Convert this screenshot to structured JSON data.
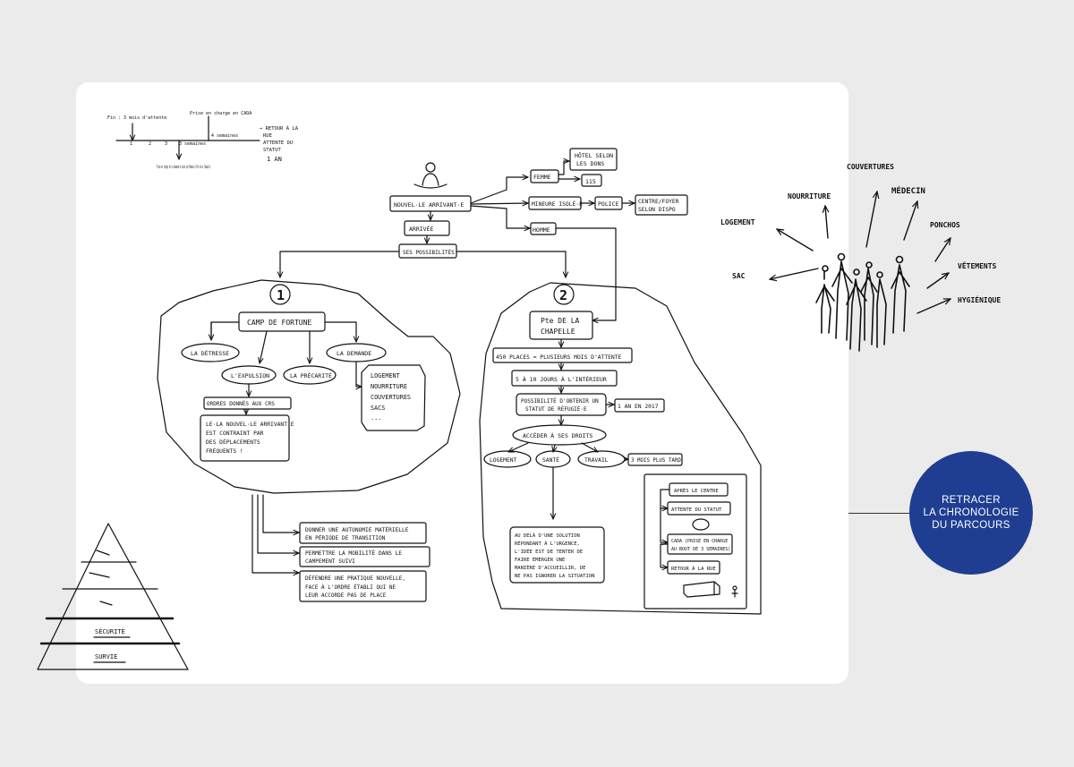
{
  "timeline": {
    "top_a": "Fin : 3 mois d'attente",
    "top_b": "Prise en charge en CADA",
    "days": [
      "1",
      "2",
      "3",
      "3 semaines"
    ],
    "bottom": "Prise en charge de la demande d'asile par Emmaüs à Pte de la Chapelle",
    "weeks": "4 semaines",
    "end_lines": [
      "→ RETOUR À LA",
      "RUE",
      "ATTENTE DU",
      "STATUT"
    ],
    "end_year": "1 AN"
  },
  "flow": {
    "newcomer": "NOUVEL·LE ARRIVANT·E",
    "femme": "FEMME",
    "hotel": [
      "HÔTEL SELON",
      "LES DONS"
    ],
    "num_115": "115",
    "mineur": "MINEURE ISOLÉ·E",
    "police": "POLICE",
    "centre": [
      "CENTRE/FOYER",
      "SELON DISPO"
    ],
    "homme": "HOMME",
    "arrivee": "ARRIVÉE",
    "possibilites": "SES POSSIBILITÉS"
  },
  "zone1": {
    "number": "1",
    "camp": "CAMP DE FORTUNE",
    "detresse": "LA DÉTRESSE",
    "expulsion": "L'EXPULSION",
    "precarite": "LA PRÉCARITÉ",
    "demande": "LA DEMANDE",
    "needs": [
      "LOGEMENT",
      "NOURRITURE",
      "COUVERTURES",
      "SACS",
      "..."
    ],
    "ordres": "ORDRES DONNÉS AUX CRS",
    "contraint": [
      "LE·LA NOUVEL·LE ARRIVANT·E",
      "EST CONTRAINT PAR",
      "DES DÉPLACEMENTS",
      "FRÉQUENTS !"
    ]
  },
  "zone2": {
    "number": "2",
    "chapelle": [
      "Pte DE LA",
      "CHAPELLE"
    ],
    "places": "450 PLACES = PLUSIEURS MOIS D'ATTENTE",
    "jours": "5 À 10 JOURS À L'INTÉRIEUR",
    "statut": [
      "POSSIBILITÉ D'OBTENIR UN",
      "STATUT DE RÉFUGIÉ·E"
    ],
    "an_2017": "1 AN EN 2017",
    "droits": "ACCÉDER À SES DROITS",
    "logement": "LOGEMENT",
    "sante": "SANTÉ",
    "travail": "TRAVAIL",
    "plus_tard": "3 MOIS PLUS TARD",
    "solution": [
      "AU DELÀ D'UNE SOLUTION",
      "RÉPONDANT À L'URGENCE,",
      "L'IDÉE EST DE TENTER DE",
      "FAIRE ÉMERGER UNE",
      "MANIÈRE D'ACCUEILLIR, DE",
      "NE PAS IGNORER LA SITUATION"
    ],
    "apres": "APRÈS LE CENTRE",
    "attente": "ATTENTE DU STATUT",
    "cada": [
      "CADA (PRISE EN CHARGE",
      "AU BOUT DE 3 SEMAINES)"
    ],
    "retour": "RETOUR À LA RUE"
  },
  "outcomes": [
    [
      "DONNER UNE AUTONOMIE MATÉRIELLE",
      "EN PÉRIODE DE TRANSITION"
    ],
    [
      "PERMETTRE LA MOBILITÉ DANS LE",
      "CAMPEMENT SUIVI"
    ],
    [
      "DÉFENDRE UNE PRATIQUE NOUVELLE,",
      "FACE À L'ORDRE ÉTABLI QUI NE",
      "LEUR ACCORDE PAS DE PLACE"
    ]
  ],
  "pyramid": {
    "securite": "SÉCURITÉ",
    "survie": "SURVIE"
  },
  "needs_cluster": {
    "couvertures": "COUVERTURES",
    "nourriture": "NOURRITURE",
    "medecin": "MÉDECIN",
    "logement": "LOGEMENT",
    "ponchos": "PONCHOS",
    "sac": "SAC",
    "vetements": "VÊTEMENTS",
    "hygienique": "HYGIÉNIQUE"
  },
  "cta": {
    "lines": [
      "RETRACER",
      "LA CHRONOLOGIE",
      "DU PARCOURS"
    ],
    "color": "#1f3e92"
  }
}
